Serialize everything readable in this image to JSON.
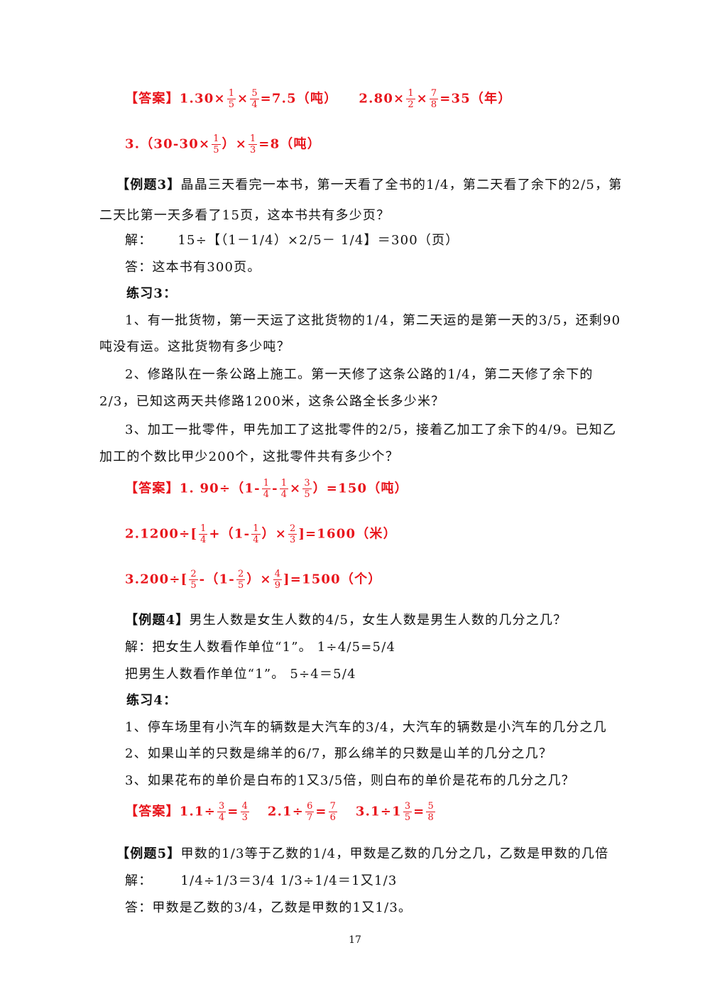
{
  "a2": {
    "l1": {
      "p1": "【答案】1.30×",
      "p2": "×",
      "p3": "=7.5（吨）",
      "p4": "2.80×",
      "p5": "×",
      "p6": "=35（年）",
      "f1": {
        "n": "1",
        "d": "5"
      },
      "f2": {
        "n": "5",
        "d": "4"
      },
      "f3": {
        "n": "1",
        "d": "2"
      },
      "f4": {
        "n": "7",
        "d": "8"
      }
    },
    "l2": {
      "p1": "3.（30-30×",
      "p2": "）×",
      "p3": "=8（吨）",
      "f1": {
        "n": "1",
        "d": "5"
      },
      "f2": {
        "n": "1",
        "d": "3"
      }
    }
  },
  "ex3": {
    "tag": "【例题3】",
    "text1": "晶晶三天看完一本书，第一天看了全书的1/4，第二天看了余下的2/5，第",
    "text2": "二天比第一天多看了15页，这本书共有多少页？",
    "solve_label": "解：",
    "solve": "15÷【（1－1/4）×2/5－ 1/4】＝300（页）",
    "answer": "答：这本书有300页。"
  },
  "pr3": {
    "title": "练习3：",
    "q1a": "1、有一批货物，第一天运了这批货物的1/4，第二天运的是第一天的3/5，还剩90",
    "q1b": "吨没有运。这批货物有多少吨？",
    "q2a": "2、修路队在一条公路上施工。第一天修了这条公路的1/4，第二天修了余下的",
    "q2b": "2/3，已知这两天共修路1200米，这条公路全长多少米？",
    "q3a": "3、加工一批零件，甲先加工了这批零件的2/5，接着乙加工了余下的4/9。已知乙",
    "q3b": "加工的个数比甲少200个，这批零件共有多少个？"
  },
  "a3": {
    "l1": {
      "p1": "【答案】1. 90÷（1-",
      "p2": "-",
      "p3": "×",
      "p4": "）=150（吨）",
      "f1": {
        "n": "1",
        "d": "4"
      },
      "f2": {
        "n": "1",
        "d": "4"
      },
      "f3": {
        "n": "3",
        "d": "5"
      }
    },
    "l2": {
      "p1": "2.1200÷[",
      "p2": "+（1-",
      "p3": "）×",
      "p4": "]=1600（米）",
      "f1": {
        "n": "1",
        "d": "4"
      },
      "f2": {
        "n": "1",
        "d": "4"
      },
      "f3": {
        "n": "2",
        "d": "3"
      }
    },
    "l3": {
      "p1": "3.200÷[",
      "p2": "-（1-",
      "p3": "）×",
      "p4": "]=1500（个）",
      "f1": {
        "n": "2",
        "d": "5"
      },
      "f2": {
        "n": "2",
        "d": "5"
      },
      "f3": {
        "n": "4",
        "d": "9"
      }
    }
  },
  "ex4": {
    "tag": "【例题4】",
    "text": "男生人数是女生人数的4/5，女生人数是男生人数的几分之几？",
    "solve1": "解：把女生人数看作单位“1”。 1÷4/5=5/4",
    "solve2": "把男生人数看作单位“1”。     5÷4＝5/4"
  },
  "pr4": {
    "title": "练习4：",
    "q1": "1、停车场里有小汽车的辆数是大汽车的3/4，大汽车的辆数是小汽车的几分之几",
    "q2": "2、如果山羊的只数是绵羊的6/7，那么绵羊的只数是山羊的几分之几？",
    "q3": "3、如果花布的单价是白布的1又3/5倍，则白布的单价是花布的几分之几？"
  },
  "a4": {
    "p1": "【答案】1.1÷",
    "p2": "=",
    "p3": "2.1÷",
    "p4": "=",
    "p5": "3.1÷",
    "p6": "1",
    "p7": "=",
    "f1": {
      "n": "3",
      "d": "4"
    },
    "f2": {
      "n": "4",
      "d": "3"
    },
    "f3": {
      "n": "6",
      "d": "7"
    },
    "f4": {
      "n": "7",
      "d": "6"
    },
    "f5": {
      "n": "3",
      "d": "5"
    },
    "f6": {
      "n": "5",
      "d": "8"
    }
  },
  "ex5": {
    "tag": "【例题5】",
    "text": "甲数的1/3等于乙数的1/4，甲数是乙数的几分之几，乙数是甲数的几倍",
    "solve_label": "解：",
    "solve": "1/4÷1/3＝3/4        1/3÷1/4＝1又1/3",
    "answer": "答：甲数是乙数的3/4，乙数是甲数的1又1/3。"
  },
  "page_number": "17",
  "colors": {
    "answer": "#e8141b",
    "text": "#111111"
  }
}
